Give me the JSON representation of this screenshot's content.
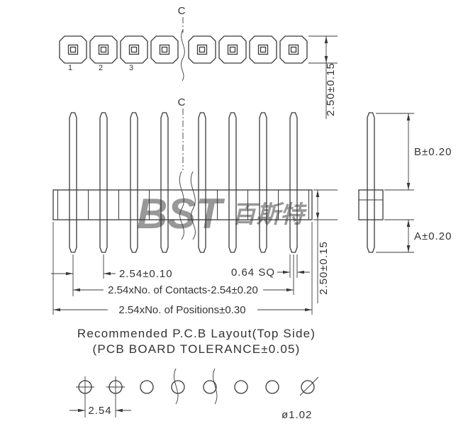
{
  "labels": {
    "section_top": "C",
    "section_front": "C",
    "pin_numbers": [
      "1",
      "2",
      "3"
    ]
  },
  "dims": {
    "top_row_height": "2.50±0.15",
    "insulator_height": "2.50±0.15",
    "pin_pitch": "2.54±0.10",
    "pin_square": "0.64 SQ",
    "contacts_span": "2.54xNo. of Contacts-2.54±0.20",
    "positions_span": "2.54xNo. of Positions±0.30",
    "tail_length_b": "B±0.20",
    "tail_length_a": "A±0.20",
    "pcb_hole_pitch": "2.54",
    "pcb_hole_diameter": "ø1.02"
  },
  "pcb_layout": {
    "title": "Recommended P.C.B Layout(Top Side)",
    "subtitle": "(PCB BOARD TOLERANCE±0.05)"
  },
  "watermark": {
    "latin": "BST",
    "cjk": "百斯特",
    "color": "#9ad2ee"
  },
  "colors": {
    "line": "#3a3a3a",
    "background": "#ffffff"
  }
}
